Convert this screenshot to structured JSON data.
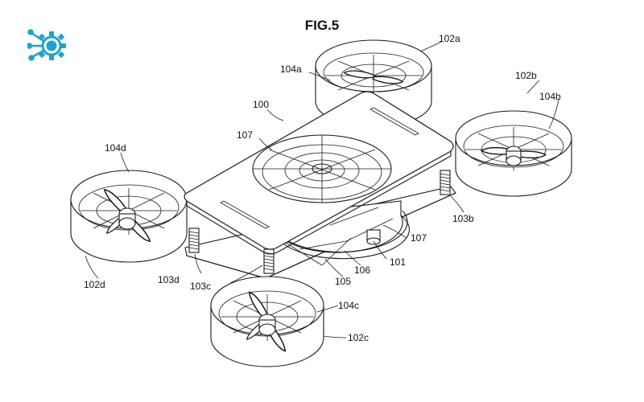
{
  "figure": {
    "title": "FIG.5",
    "labels": {
      "l100": "100",
      "l101": "101",
      "l102a": "102a",
      "l102b": "102b",
      "l102c": "102c",
      "l102d": "102d",
      "l103b": "103b",
      "l103c": "103c",
      "l103d": "103d",
      "l104a": "104a",
      "l104b": "104b",
      "l104c": "104c",
      "l104d": "104d",
      "l105": "105",
      "l106": "106",
      "l107a": "107",
      "l107b": "107"
    }
  },
  "logo": {
    "icon": "gear-circuit-logo-icon",
    "color": "#1fa3c9"
  },
  "colors": {
    "line": "#1a1a1a",
    "accent": "#1fa3c9"
  }
}
